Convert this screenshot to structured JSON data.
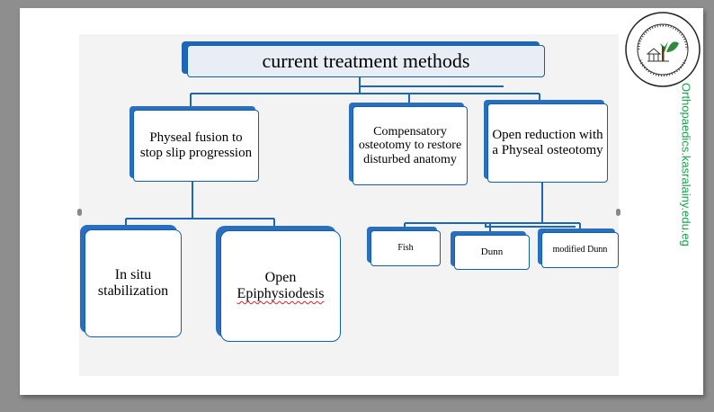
{
  "diagram": {
    "title": "current treatment methods",
    "physeal": "Physeal fusion to stop slip progression",
    "compensatory": "Compensatory osteotomy to restore disturbed anatomy",
    "open_reduction": "Open reduction with a Physeal osteotomy",
    "in_situ": "In situ stabilization",
    "open_epi_line1": "Open",
    "open_epi_line2": "Epiphysiodesis",
    "fish": "Fish",
    "dunn": "Dunn",
    "modified_dunn": "modified Dunn"
  },
  "branding": {
    "site_url": "Orthopaedics.kasralainy.edu.eg"
  },
  "colors": {
    "box_border": "#0f5fb0",
    "box_shadow": "#2a6fbe",
    "url_text": "#1aa34a"
  }
}
